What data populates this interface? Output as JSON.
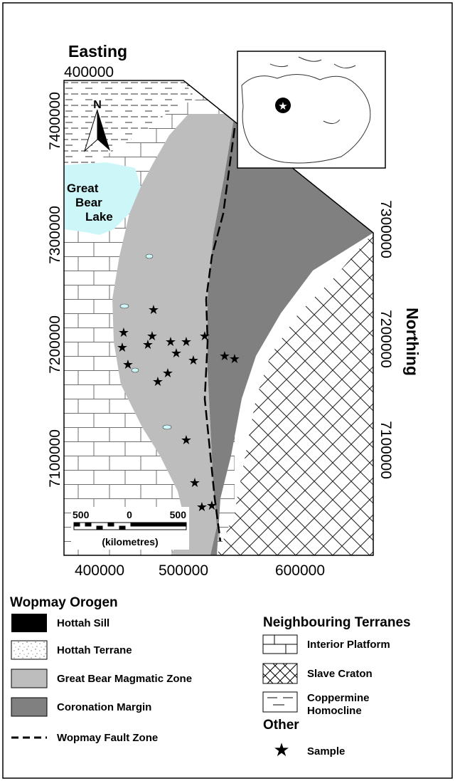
{
  "map": {
    "easting_label": "Easting",
    "northing_label": "Northing",
    "north_arrow": "N",
    "lake_label": [
      "Great",
      "Bear",
      "Lake"
    ],
    "easting_top_tick": "400000",
    "easting_bottom_ticks": [
      "400000",
      "500000",
      "600000"
    ],
    "northing_left_ticks": [
      "7400000",
      "7300000",
      "7200000",
      "7100000"
    ],
    "northing_right_ticks": [
      "7300000",
      "7200000",
      "7100000"
    ],
    "scale_bar": {
      "labels": [
        "500",
        "0",
        "500"
      ],
      "unit": "(kilometres)"
    }
  },
  "legend": {
    "wopmay_title": "Wopmay Orogen",
    "wopmay_items": [
      {
        "label": "Hottah Sill",
        "color": "#000000"
      },
      {
        "label": "Hottah Terrane",
        "pattern": "speckle"
      },
      {
        "label": "Great Bear Magmatic Zone",
        "color": "#bdbdbd"
      },
      {
        "label": "Coronation Margin",
        "color": "#808080"
      },
      {
        "label": "Wopmay Fault Zone",
        "pattern": "dashed-line"
      }
    ],
    "neighbour_title": "Neighbouring Terranes",
    "neighbour_items": [
      {
        "label": "Interior Platform",
        "pattern": "bricks"
      },
      {
        "label": "Slave Craton",
        "pattern": "crosshatch"
      },
      {
        "label_lines": [
          "Coppermine",
          "Homocline"
        ],
        "pattern": "dashes"
      }
    ],
    "other_title": "Other",
    "other_items": [
      {
        "label": "Sample",
        "icon": "star-icon"
      }
    ]
  },
  "colors": {
    "lake": "#cdf6f8",
    "great_bear_zone": "#bdbdbd",
    "coronation_margin": "#808080"
  }
}
